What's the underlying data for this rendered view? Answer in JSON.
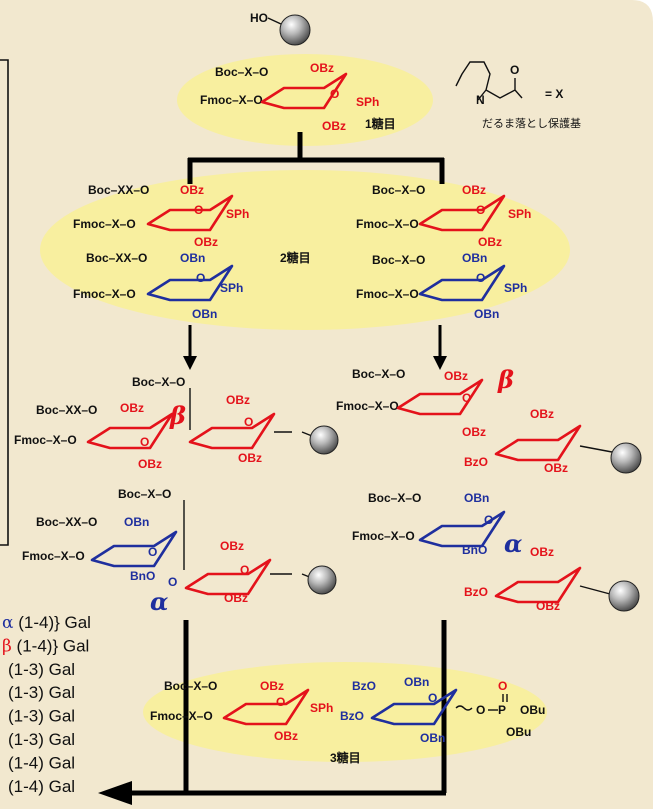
{
  "colors": {
    "background": "#f2e8cf",
    "ellipse": "#f8ef9f",
    "red": "#e4121b",
    "blue": "#1f2f9e",
    "black": "#111111"
  },
  "labels": {
    "ho": "HO",
    "x_eq": "= X",
    "x_caption": "だるま落とし保護基",
    "step1": "1糖目",
    "step2": "2糖目",
    "step3": "3糖目",
    "beta": "β",
    "alpha": "α"
  },
  "groups": {
    "boc_x_o": "Boc–X–O",
    "boc_xx_o": "Boc–XX–O",
    "fmoc_x_o": "Fmoc–X–O",
    "boc_x_o_short": "Boc–X–O",
    "boc_dash_x_o": "Boc–X–O",
    "obz": "OBz",
    "bzo": "BzO",
    "obn": "OBn",
    "bno": "BnO",
    "sph": "SPh",
    "obu": "OBu",
    "o": "O",
    "p": "P",
    "o_link": "O"
  },
  "list": [
    {
      "prefix": "α",
      "text": " (1-4)} Gal"
    },
    {
      "prefix": "β",
      "text": " (1-4)} Gal"
    },
    {
      "prefix": "",
      "text": "(1-3) Gal"
    },
    {
      "prefix": "",
      "text": "(1-3) Gal"
    },
    {
      "prefix": "",
      "text": "(1-3) Gal"
    },
    {
      "prefix": "",
      "text": "(1-3) Gal"
    },
    {
      "prefix": "",
      "text": "(1-4) Gal"
    },
    {
      "prefix": "",
      "text": "(1-4) Gal"
    }
  ]
}
